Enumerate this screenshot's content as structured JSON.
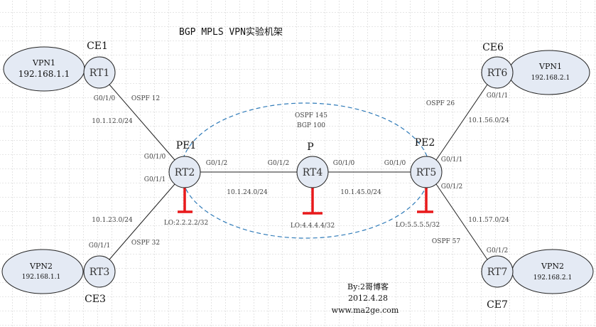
{
  "title": "BGP MPLS VPN实验机架",
  "colors": {
    "node_fill": "#e4eaf4",
    "loopback": "#e8191b",
    "bgp_ring": "#2e7ab8",
    "grid": "#bdbdbd"
  },
  "routers": {
    "rt1": {
      "name": "RT1",
      "role": "CE1"
    },
    "rt2": {
      "name": "RT2",
      "role": "PE1"
    },
    "rt3": {
      "name": "RT3",
      "role": "CE3"
    },
    "rt4": {
      "name": "RT4",
      "role": "P"
    },
    "rt5": {
      "name": "RT5",
      "role": "PE2"
    },
    "rt6": {
      "name": "RT6",
      "role": "CE6"
    },
    "rt7": {
      "name": "RT7",
      "role": "CE7"
    }
  },
  "vpns": {
    "vpn1_left": {
      "name": "VPN1",
      "ip": "192.168.1.1"
    },
    "vpn2_left": {
      "name": "VPN2",
      "ip": "192.168.1.1"
    },
    "vpn1_right": {
      "name": "VPN1",
      "ip": "192.168.2.1"
    },
    "vpn2_right": {
      "name": "VPN2",
      "ip": "192.168.2.1"
    }
  },
  "labels": {
    "rt1_if": "G0/1/0",
    "ospf12": "OSPF 12",
    "net12": "10.1.12.0/24",
    "rt2_if0": "G0/1/0",
    "rt2_if1": "G0/1/1",
    "rt2_if2": "G0/1/2",
    "net24": "10.1.24.0/24",
    "rt4_if2": "G0/1/2",
    "rt4_if0": "G0/1/0",
    "net45": "10.1.45.0/24",
    "rt5_if0": "G0/1/0",
    "ospf145": "OSPF 145",
    "bgp100": "BGP 100",
    "lo2": "LO:2.2.2.2/32",
    "lo4": "LO:4.4.4.4/32",
    "lo5": "LO:5.5.5.5/32",
    "net23": "10.1.23.0/24",
    "rt3_if": "G0/1/1",
    "ospf32": "OSPF 32",
    "ospf26": "OSPF 26",
    "rt6_if": "G0/1/1",
    "net56": "10.1.56.0/24",
    "rt5_if1": "G0/1/1",
    "rt5_if2": "G0/1/2",
    "net57": "10.1.57.0/24",
    "ospf57": "OSPF 57",
    "rt7_if": "G0/1/2"
  },
  "credit": {
    "author": "By:2哥博客",
    "date": "2012.4.28",
    "site": "www.ma2ge.com"
  }
}
